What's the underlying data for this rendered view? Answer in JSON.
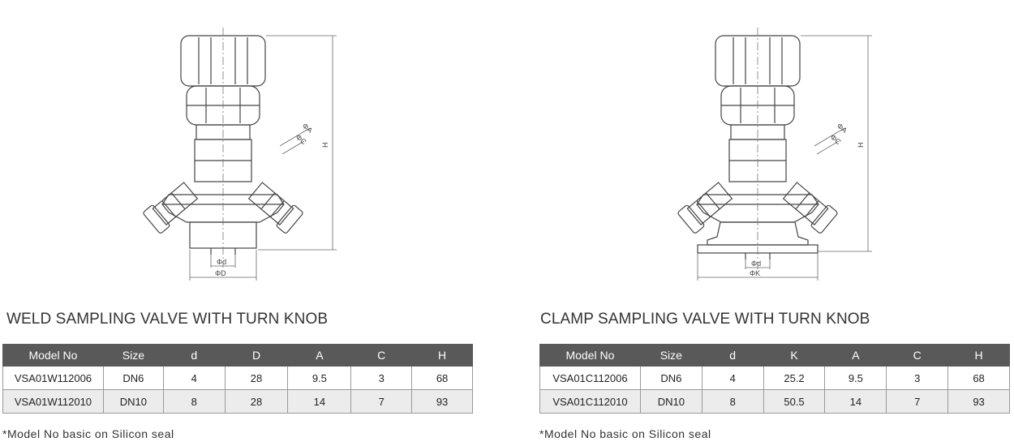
{
  "left": {
    "title": "WELD SAMPLING VALVE WITH TURN KNOB",
    "headers": [
      "Model No",
      "Size",
      "d",
      "D",
      "A",
      "C",
      "H"
    ],
    "rows": [
      [
        "VSA01W112006",
        "DN6",
        "4",
        "28",
        "9.5",
        "3",
        "68"
      ],
      [
        "VSA01W112010",
        "DN10",
        "8",
        "28",
        "14",
        "7",
        "93"
      ]
    ],
    "note": "*Model No basic on Silicon seal",
    "dims": {
      "A": "ΦA",
      "C": "ΦC",
      "H": "H",
      "d": "Φd",
      "D": "ΦD"
    }
  },
  "right": {
    "title": "CLAMP SAMPLING VALVE WITH TURN KNOB",
    "headers": [
      "Model No",
      "Size",
      "d",
      "K",
      "A",
      "C",
      "H"
    ],
    "rows": [
      [
        "VSA01C112006",
        "DN6",
        "4",
        "25.2",
        "9.5",
        "3",
        "68"
      ],
      [
        "VSA01C112010",
        "DN10",
        "8",
        "50.5",
        "14",
        "7",
        "93"
      ]
    ],
    "note": "*Model No basic on Silicon seal",
    "dims": {
      "A": "ΦA",
      "C": "ΦC",
      "H": "H",
      "d": "Φd",
      "K": "ΦK"
    }
  }
}
